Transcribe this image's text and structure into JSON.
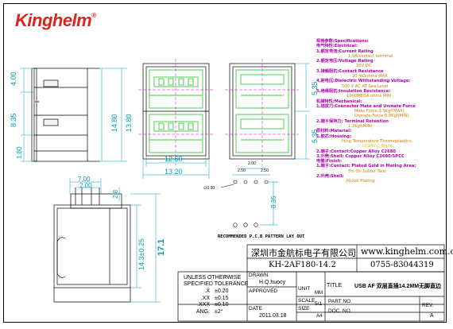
{
  "brand": {
    "logo_text": "Kinghelm",
    "logo_mark": "®",
    "color": "#d9251c"
  },
  "dims": {
    "top_height": "4.00",
    "mid_height": "8.35",
    "side_small": "1.80",
    "front_h1": "14.80",
    "front_h2": "13.80",
    "front_w1": "12.60",
    "front_w2": "13.20",
    "side_h1": "5.35",
    "side_h2": "5.35",
    "pin_pitch_top": "2.00",
    "pin_span_left": "2.50",
    "pin_span_right": "2.50",
    "hole_dia": "∅0.90",
    "pin_offset": "8.35",
    "bottom_w": "7.00",
    "bottom_pitch": "2.00",
    "bottom_tab": "2.8",
    "bottom_h": "14.3±0.25",
    "bottom_h_total": "17.1"
  },
  "pattern_label": "RECOMMENDED P.C.B PATTERN LAY OUT",
  "specs": [
    {
      "head": "规格参数:Specifications:",
      "items": []
    },
    {
      "head": "电气特性:Electrical:",
      "items": []
    },
    {
      "head": "1.额定电流:Current Rating",
      "value": "1.5A/contact terminal"
    },
    {
      "head": "2.额定电压:Voltage Rating",
      "value": "30V DC"
    },
    {
      "head": "3.接触阻抗:Contact Resistance",
      "value": "30 mΩohms MAX"
    },
    {
      "head": "4.耐电压:Dielectric Withstanding Voltage:",
      "value": "500 V AC AT Sea Level"
    },
    {
      "head": "5.绝缘阻抗:Insulation Resistance:",
      "value": "1000MEGA ohms MIN"
    },
    {
      "head": "机械特性:Mechanical:",
      "items": []
    },
    {
      "head": "1.插拔力:Connector Mate and Unmate Force",
      "value": "Mate Force:3.5Kgf(MAX)"
    },
    {
      "head": "",
      "value": "Unmate Force:0.8Kgf(MIN)"
    },
    {
      "head": "2.端子保持力: Terminal Retention",
      "value": "1.2Kgf(MIN)"
    },
    {
      "head": "原材料:Material:",
      "items": []
    },
    {
      "head": "1.胶芯:Housing:",
      "value": "Hing Temperature Thermoplastics,"
    },
    {
      "head": "",
      "value": "UL94V-0 Black"
    },
    {
      "head": "2.端子:Contact:Copper Alloy C2680",
      "value": ""
    },
    {
      "head": "3.外壳:Shell: Copper Alloy C2680/SPCC",
      "value": ""
    },
    {
      "head": "电镀:Finish:",
      "items": []
    },
    {
      "head": "1.端子:Contact: Plated Gold in Mating Area;",
      "value": "Tin On Solder Tails"
    },
    {
      "head": "2.外壳:Shell:",
      "value": "Nickel Plating"
    }
  ],
  "title_block": {
    "company": "深圳市金航标电子有限公司",
    "website": "www.kinghelm.com.cn",
    "part_code": "KH-2AF180-14.2",
    "phone": "0755-83044319",
    "tolerance_header_1": "UNLESS OTHERWISE",
    "tolerance_header_2": "SPECIFIED TOLERANCE",
    "tolerances": [
      {
        "label": ".X",
        "value": "±0.20"
      },
      {
        "label": ".XX",
        "value": "±0.15"
      },
      {
        "label": ".XXX",
        "value": "±0.10"
      },
      {
        "label": "ANG.",
        "value": "±2°"
      }
    ],
    "drawn_label": "DRAWN",
    "drawn_value": "H.Q.huocy",
    "approved_label": "APPROVED",
    "date_label": "DATE",
    "date_value": "2011.03.18",
    "unit_label": "UNIT",
    "unit_value": "MM",
    "title_label": "TITLE",
    "title_value": "USB AF 双层直插14.2MM无脚直边",
    "scale_label": "SCALE",
    "scale_value": "5/1",
    "size_label": "SIZE",
    "size_value": "A4",
    "partno_label": "PART NO.",
    "docno_label": "DOC. NO.",
    "rev_label": "REV.",
    "rev_value": "A"
  }
}
